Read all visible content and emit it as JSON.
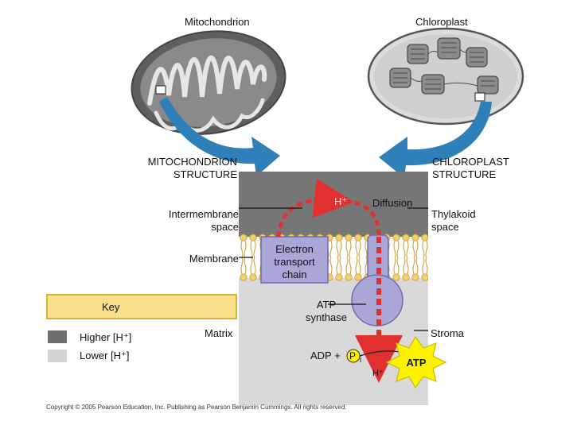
{
  "titles": {
    "mitochondrion": "Mitochondrion",
    "chloroplast": "Chloroplast"
  },
  "structure_labels": {
    "mito": [
      "MITOCHONDRION",
      "STRUCTURE"
    ],
    "chloro": [
      "CHLOROPLAST",
      "STRUCTURE"
    ]
  },
  "labels": {
    "intermembrane": [
      "Intermembrane",
      "space"
    ],
    "membrane": "Membrane",
    "matrix": "Matrix",
    "thylakoid": [
      "Thylakoid",
      "space"
    ],
    "stroma": "Stroma",
    "diffusion": "Diffusion",
    "h_top": "H⁺",
    "h_bottom": "H⁺",
    "etc": [
      "Electron",
      "transport",
      "chain"
    ],
    "atp_synthase": [
      "ATP",
      "synthase"
    ],
    "adp_prefix": "ADP +",
    "p": "P",
    "p_sub": "i",
    "atp": "ATP"
  },
  "key": {
    "title": "Key",
    "higher": "Higher [H⁺]",
    "lower": "Lower [H⁺]",
    "higher_color": "#6e6e6e",
    "lower_color": "#d4d4d4"
  },
  "colors": {
    "dark_region": "#767676",
    "light_region": "#d9d9d9",
    "membrane": "#f2cf6b",
    "etc_box": "#a9a6d8",
    "atp_star": "#fff200",
    "arrow_blue": "#2f7fb8",
    "proton_red": "#e0312f"
  },
  "footer": "Copyright © 2005 Pearson Education, Inc. Publishing as Pearson Benjamin Cummings. All rights reserved."
}
